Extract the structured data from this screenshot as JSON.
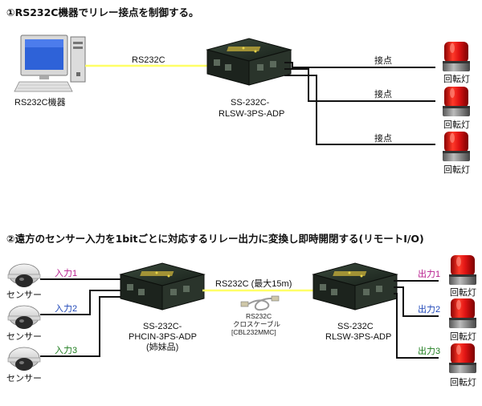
{
  "section1": {
    "heading": "①RS232C機器でリレー接点を制御する。",
    "pc_label": "RS232C機器",
    "link_label": "RS232C",
    "device_name_line1": "SS-232C-",
    "device_name_line2": "RLSW-3PS-ADP",
    "outputs": [
      {
        "label": "接点",
        "lamp_label": "回転灯"
      },
      {
        "label": "接点",
        "lamp_label": "回転灯"
      },
      {
        "label": "接点",
        "lamp_label": "回転灯"
      }
    ]
  },
  "section2": {
    "heading": "②遠方のセンサー入力を1bitごとに対応するリレー出力に変換し即時開閉する(リモートI/O)",
    "sensors": [
      {
        "label": "センサー",
        "input_label": "入力1",
        "color": "#b8208f"
      },
      {
        "label": "センサー",
        "input_label": "入力2",
        "color": "#1f47b8"
      },
      {
        "label": "センサー",
        "input_label": "入力3",
        "color": "#1e7d1e"
      }
    ],
    "left_device_line1": "SS-232C-",
    "left_device_line2": "PHCIN-3PS-ADP",
    "left_device_line3": "(姉妹品)",
    "link_label": "RS232C (最大15m)",
    "cable_line1": "RS232C",
    "cable_line2": "クロスケーブル",
    "cable_line3": "[CBL232MMC]",
    "right_device_line1": "SS-232C",
    "right_device_line2": "RLSW-3PS-ADP",
    "outputs": [
      {
        "label": "出力1",
        "lamp_label": "回転灯",
        "color": "#b8208f"
      },
      {
        "label": "出力2",
        "lamp_label": "回転灯",
        "color": "#1f47b8"
      },
      {
        "label": "出力3",
        "lamp_label": "回転灯",
        "color": "#1e7d1e"
      }
    ]
  },
  "colors": {
    "serial_line": "#ffff66",
    "wire": "#111111",
    "lamp_red": "#e01818",
    "device_body": "#1f2a22"
  }
}
